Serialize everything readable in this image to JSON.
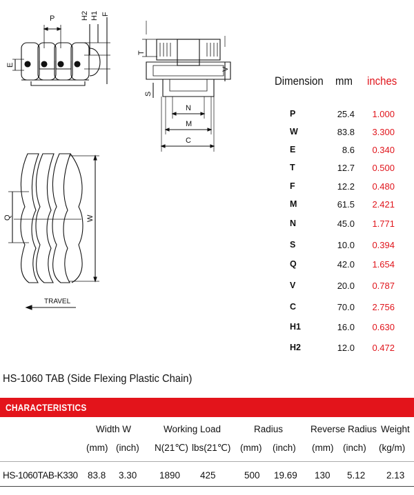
{
  "drawings": {
    "top_view_labels": {
      "p": "P",
      "h2": "H2",
      "h1": "H1",
      "f": "F",
      "e": "E"
    },
    "front_view_labels": {
      "t": "T",
      "s": "S",
      "v": "V",
      "n": "N",
      "m": "M",
      "c": "C"
    },
    "plan_view_labels": {
      "q": "Q",
      "w": "W"
    },
    "travel_label": "TRAVEL"
  },
  "dimensions": {
    "headers": {
      "dimension": "Dimension",
      "mm": "mm",
      "inches": "inches"
    },
    "rows": [
      {
        "key": "P",
        "mm": "25.4",
        "inches": "1.000"
      },
      {
        "key": "W",
        "mm": "83.8",
        "inches": "3.300"
      },
      {
        "key": "E",
        "mm": "8.6",
        "inches": "0.340"
      },
      {
        "key": "T",
        "mm": "12.7",
        "inches": "0.500"
      },
      {
        "key": "F",
        "mm": "12.2",
        "inches": "0.480"
      },
      {
        "key": "M",
        "mm": "61.5",
        "inches": "2.421"
      },
      {
        "key": "N",
        "mm": "45.0",
        "inches": "1.771"
      },
      {
        "key": "S",
        "mm": "10.0",
        "inches": "0.394"
      },
      {
        "key": "Q",
        "mm": "42.0",
        "inches": "1.654"
      },
      {
        "key": "V",
        "mm": "20.0",
        "inches": "0.787"
      },
      {
        "key": "C",
        "mm": "70.0",
        "inches": "2.756"
      },
      {
        "key": "H1",
        "mm": "16.0",
        "inches": "0.630"
      },
      {
        "key": "H2",
        "mm": "12.0",
        "inches": "0.472"
      }
    ]
  },
  "product_title": "HS-1060 TAB (Side Flexing Plastic Chain)",
  "characteristics_label": "CHARACTERISTICS",
  "spec": {
    "groups": {
      "width": "Width W",
      "working_load": "Working Load",
      "radius": "Radius",
      "reverse_radius": "Reverse Radius",
      "weight": "Weight"
    },
    "units": {
      "width_mm": "(mm)",
      "width_in": "(inch)",
      "load_n": "N(21℃)",
      "load_lbs": "lbs(21℃)",
      "radius_mm": "(mm)",
      "radius_in": "(inch)",
      "rev_mm": "(mm)",
      "rev_in": "(inch)",
      "weight": "(kg/m)"
    },
    "row": {
      "model": "HS-1060TAB-K330",
      "width_mm": "83.8",
      "width_in": "3.30",
      "load_n": "1890",
      "load_lbs": "425",
      "radius_mm": "500",
      "radius_in": "19.69",
      "rev_mm": "130",
      "rev_in": "5.12",
      "weight": "2.13"
    }
  }
}
